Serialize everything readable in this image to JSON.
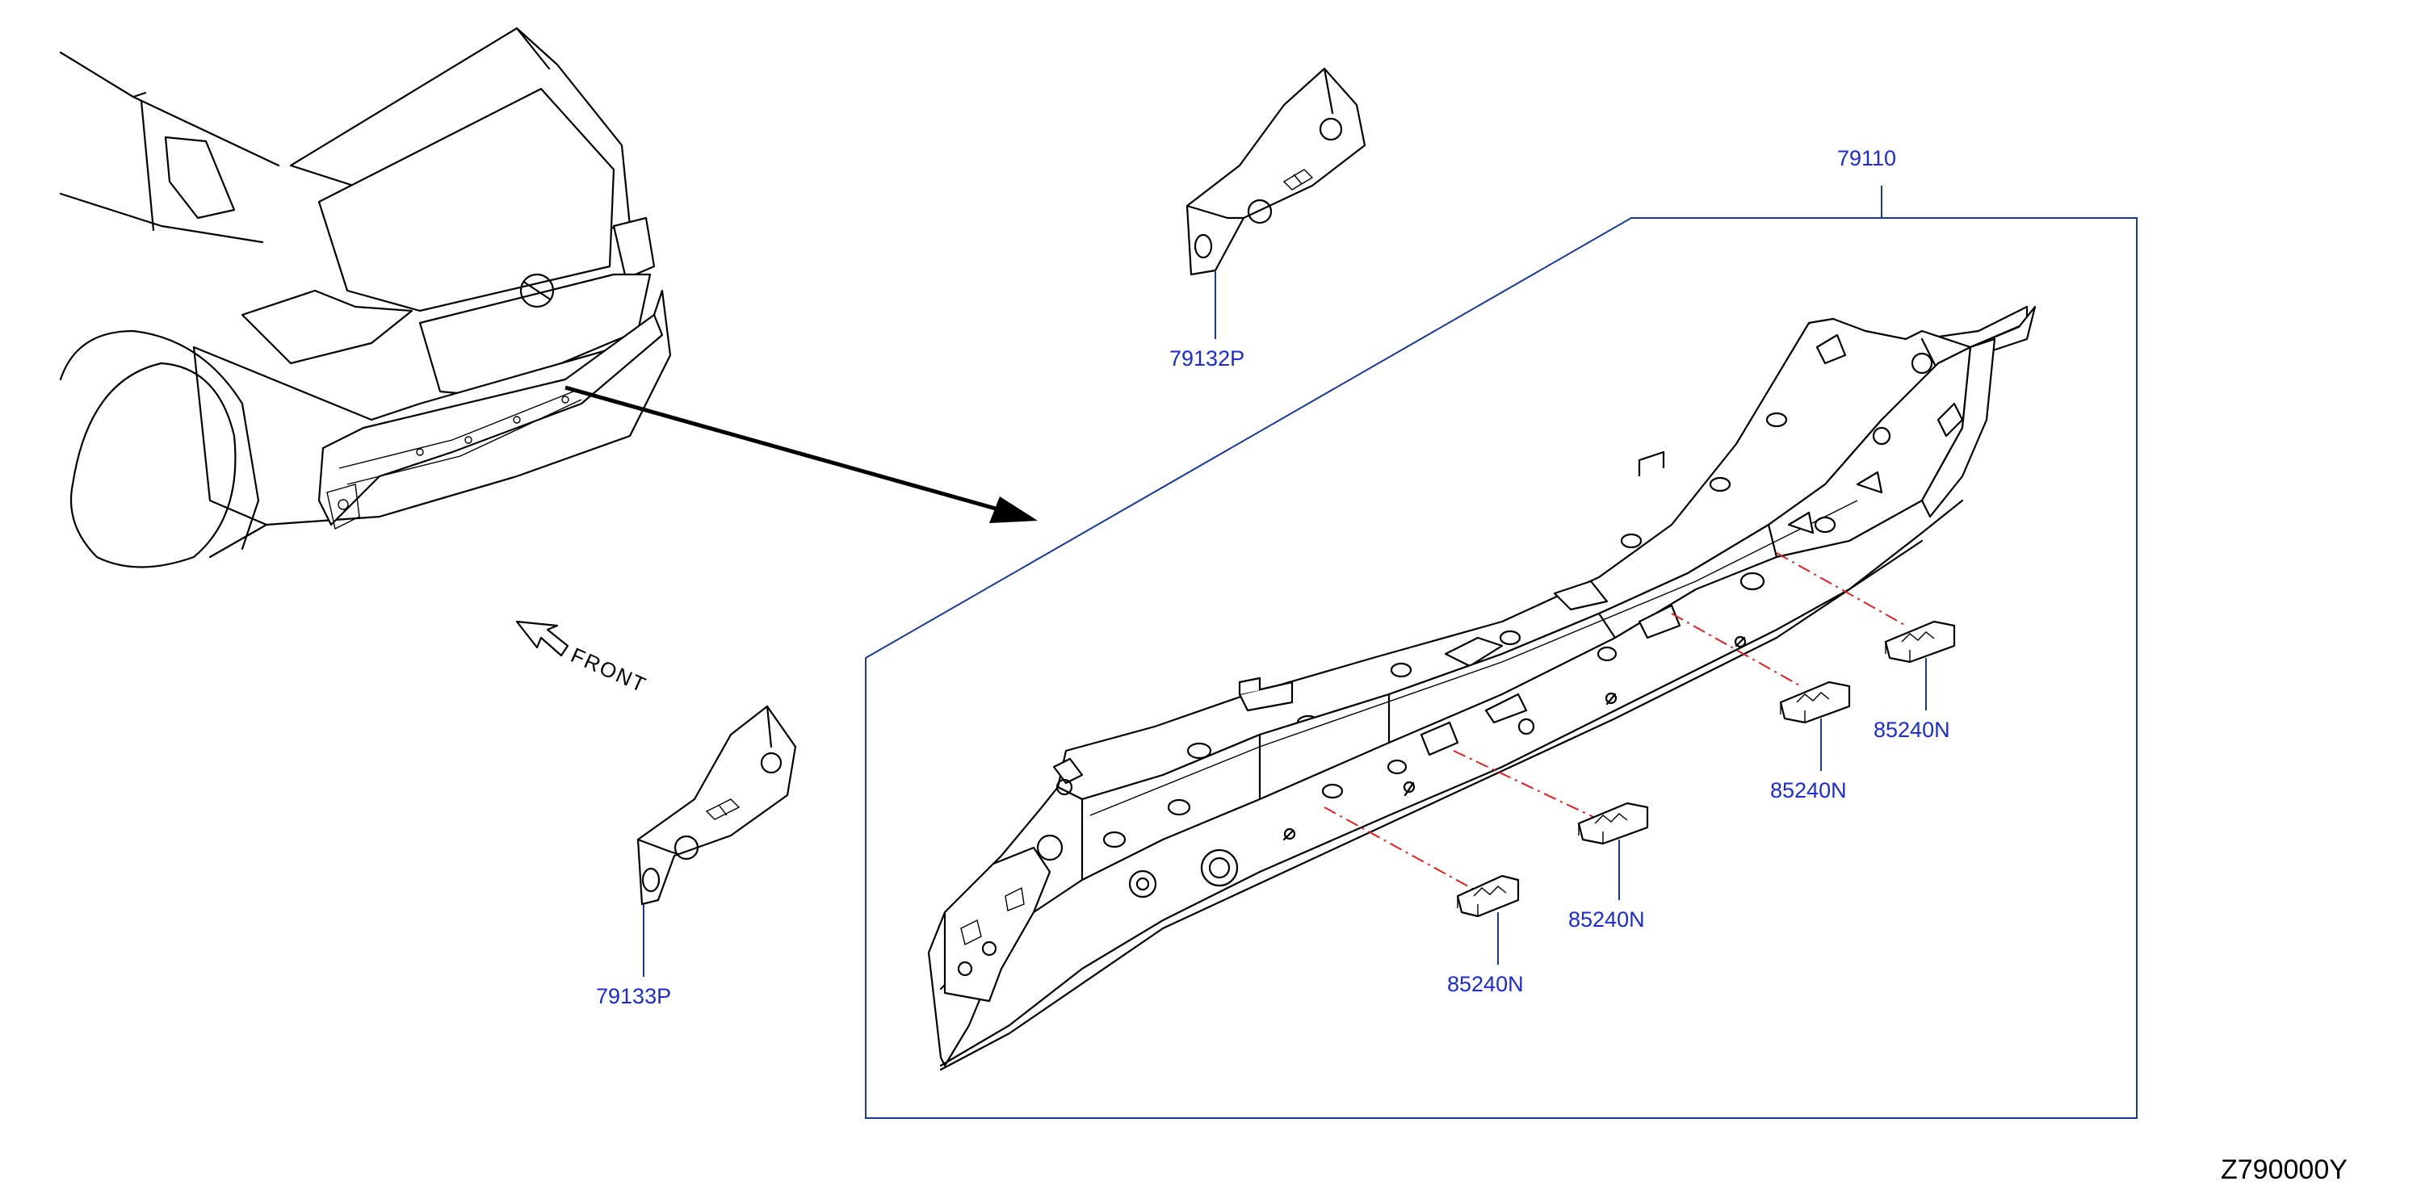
{
  "callouts": {
    "assembly": "79110",
    "bracket_upper": "79132P",
    "bracket_lower": "79133P",
    "clip_1": "85240N",
    "clip_2": "85240N",
    "clip_3": "85240N",
    "clip_4": "85240N"
  },
  "direction_label": "FRONT",
  "diagram_id": "Z790000Y",
  "colors": {
    "callout_text": "#1a2bd6",
    "leader_line": "#1a3a9a",
    "alignment_dash": "#e02020",
    "line_art": "#000000"
  },
  "icons": {
    "direction": "front-arrow-icon",
    "locator": "locator-arrow-icon"
  }
}
